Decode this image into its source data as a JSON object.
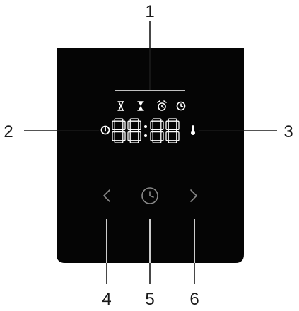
{
  "callouts": {
    "display_icons": "1",
    "power_icon": "2",
    "temperature_icon": "3",
    "left_button": "4",
    "clock_button": "5",
    "right_button": "6"
  },
  "display": {
    "digits": "88:88"
  },
  "icons": {
    "top_row": [
      "hourglass-icon",
      "hourglass-filled-icon",
      "alarm-clock-icon",
      "clock-icon"
    ],
    "left": "power-icon",
    "right": "thermometer-icon",
    "buttons": [
      "chevron-left-icon",
      "clock-icon",
      "chevron-right-icon"
    ]
  },
  "colors": {
    "panel": "#050505",
    "lcd": "#ffffff",
    "buttons": "#8a8a8a",
    "leader_lines": "#1a1a1a"
  }
}
